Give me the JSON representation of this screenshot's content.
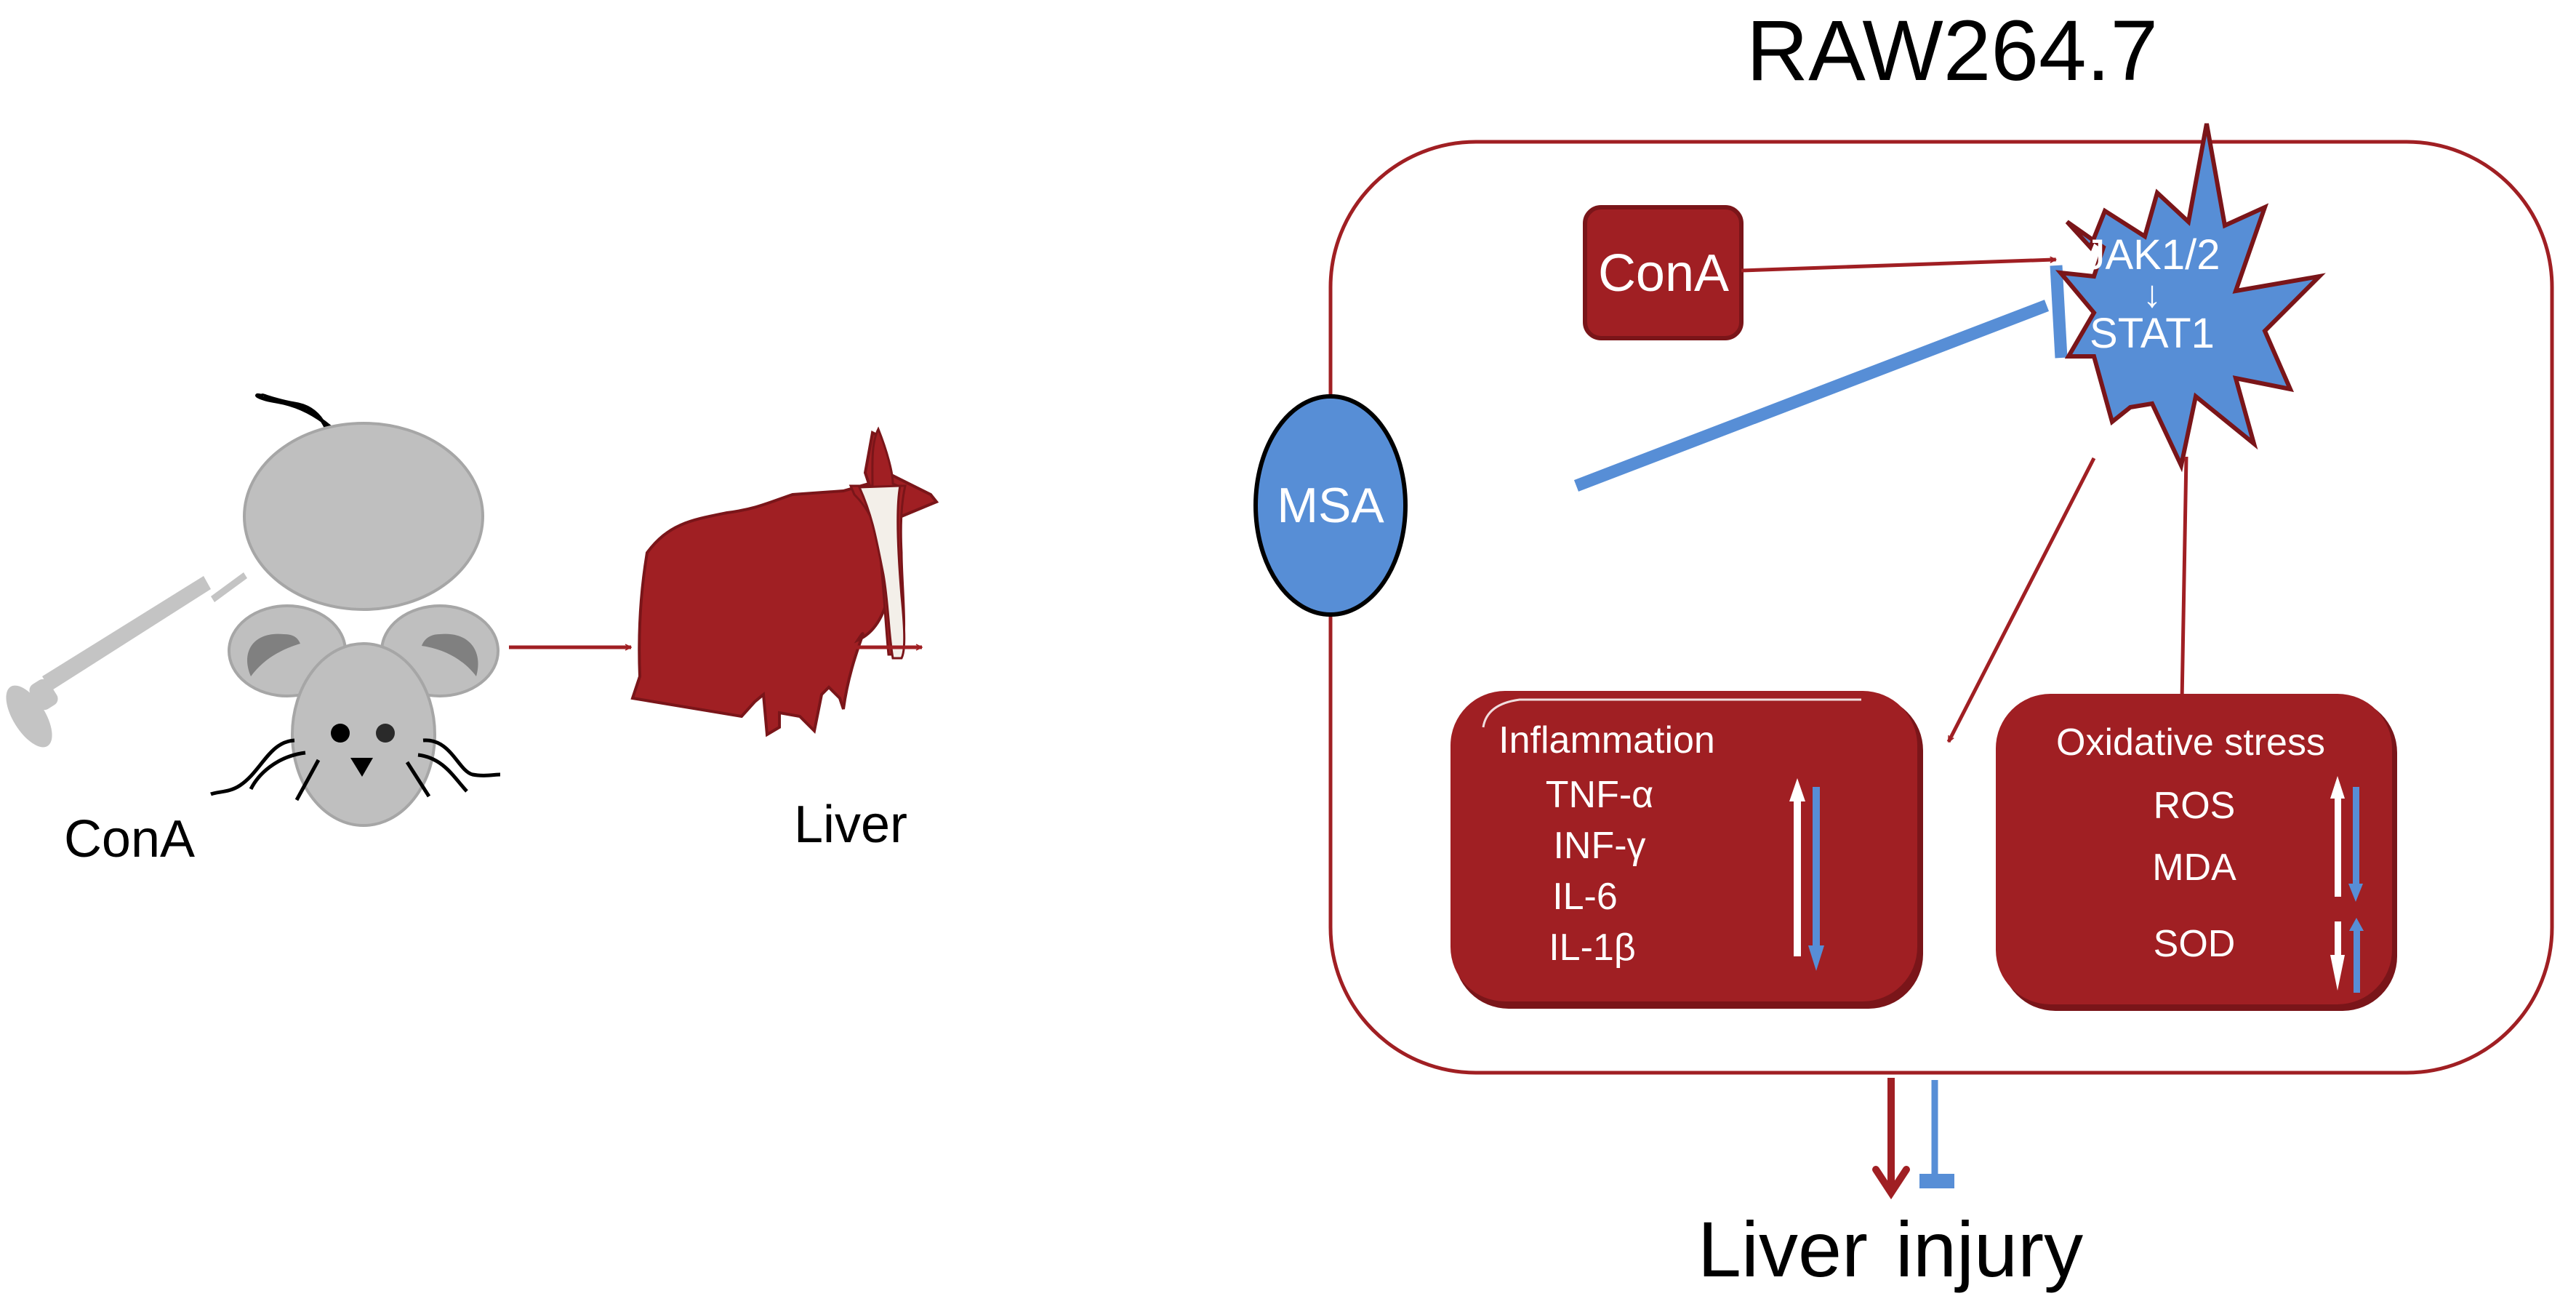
{
  "colors": {
    "dark_red": "#a01f23",
    "dark_red_edge": "#7a1519",
    "blue": "#578ed6",
    "mouse_gray": "#bfbfbf",
    "mouse_edge": "#a6a6a6",
    "ear_inner": "#808080",
    "liver_band": "#f3efe9"
  },
  "title": "RAW264.7",
  "left_panel": {
    "mouse_label": "ConA",
    "liver_label": "Liver"
  },
  "cell": {
    "mediator_label": "MSA",
    "stimulus_label": "ConA",
    "pathway": {
      "upstream": "JAK1/2",
      "arrow": "↓",
      "downstream": "STAT1"
    },
    "inflammation": {
      "title": "Inflammation",
      "markers": [
        "TNF-α",
        "INF-γ",
        "IL-6",
        "IL-1β"
      ],
      "cona_effect": "up",
      "msa_effect": "down"
    },
    "oxidative_stress": {
      "title": "Oxidative stress",
      "markers": [
        {
          "name": "ROS",
          "cona_effect": "up",
          "msa_effect": "down"
        },
        {
          "name": "MDA",
          "cona_effect": "up",
          "msa_effect": "down"
        },
        {
          "name": "SOD",
          "cona_effect": "down",
          "msa_effect": "up"
        }
      ]
    }
  },
  "outcome": {
    "label_word1": "Liver",
    "label_word2": "injury"
  }
}
